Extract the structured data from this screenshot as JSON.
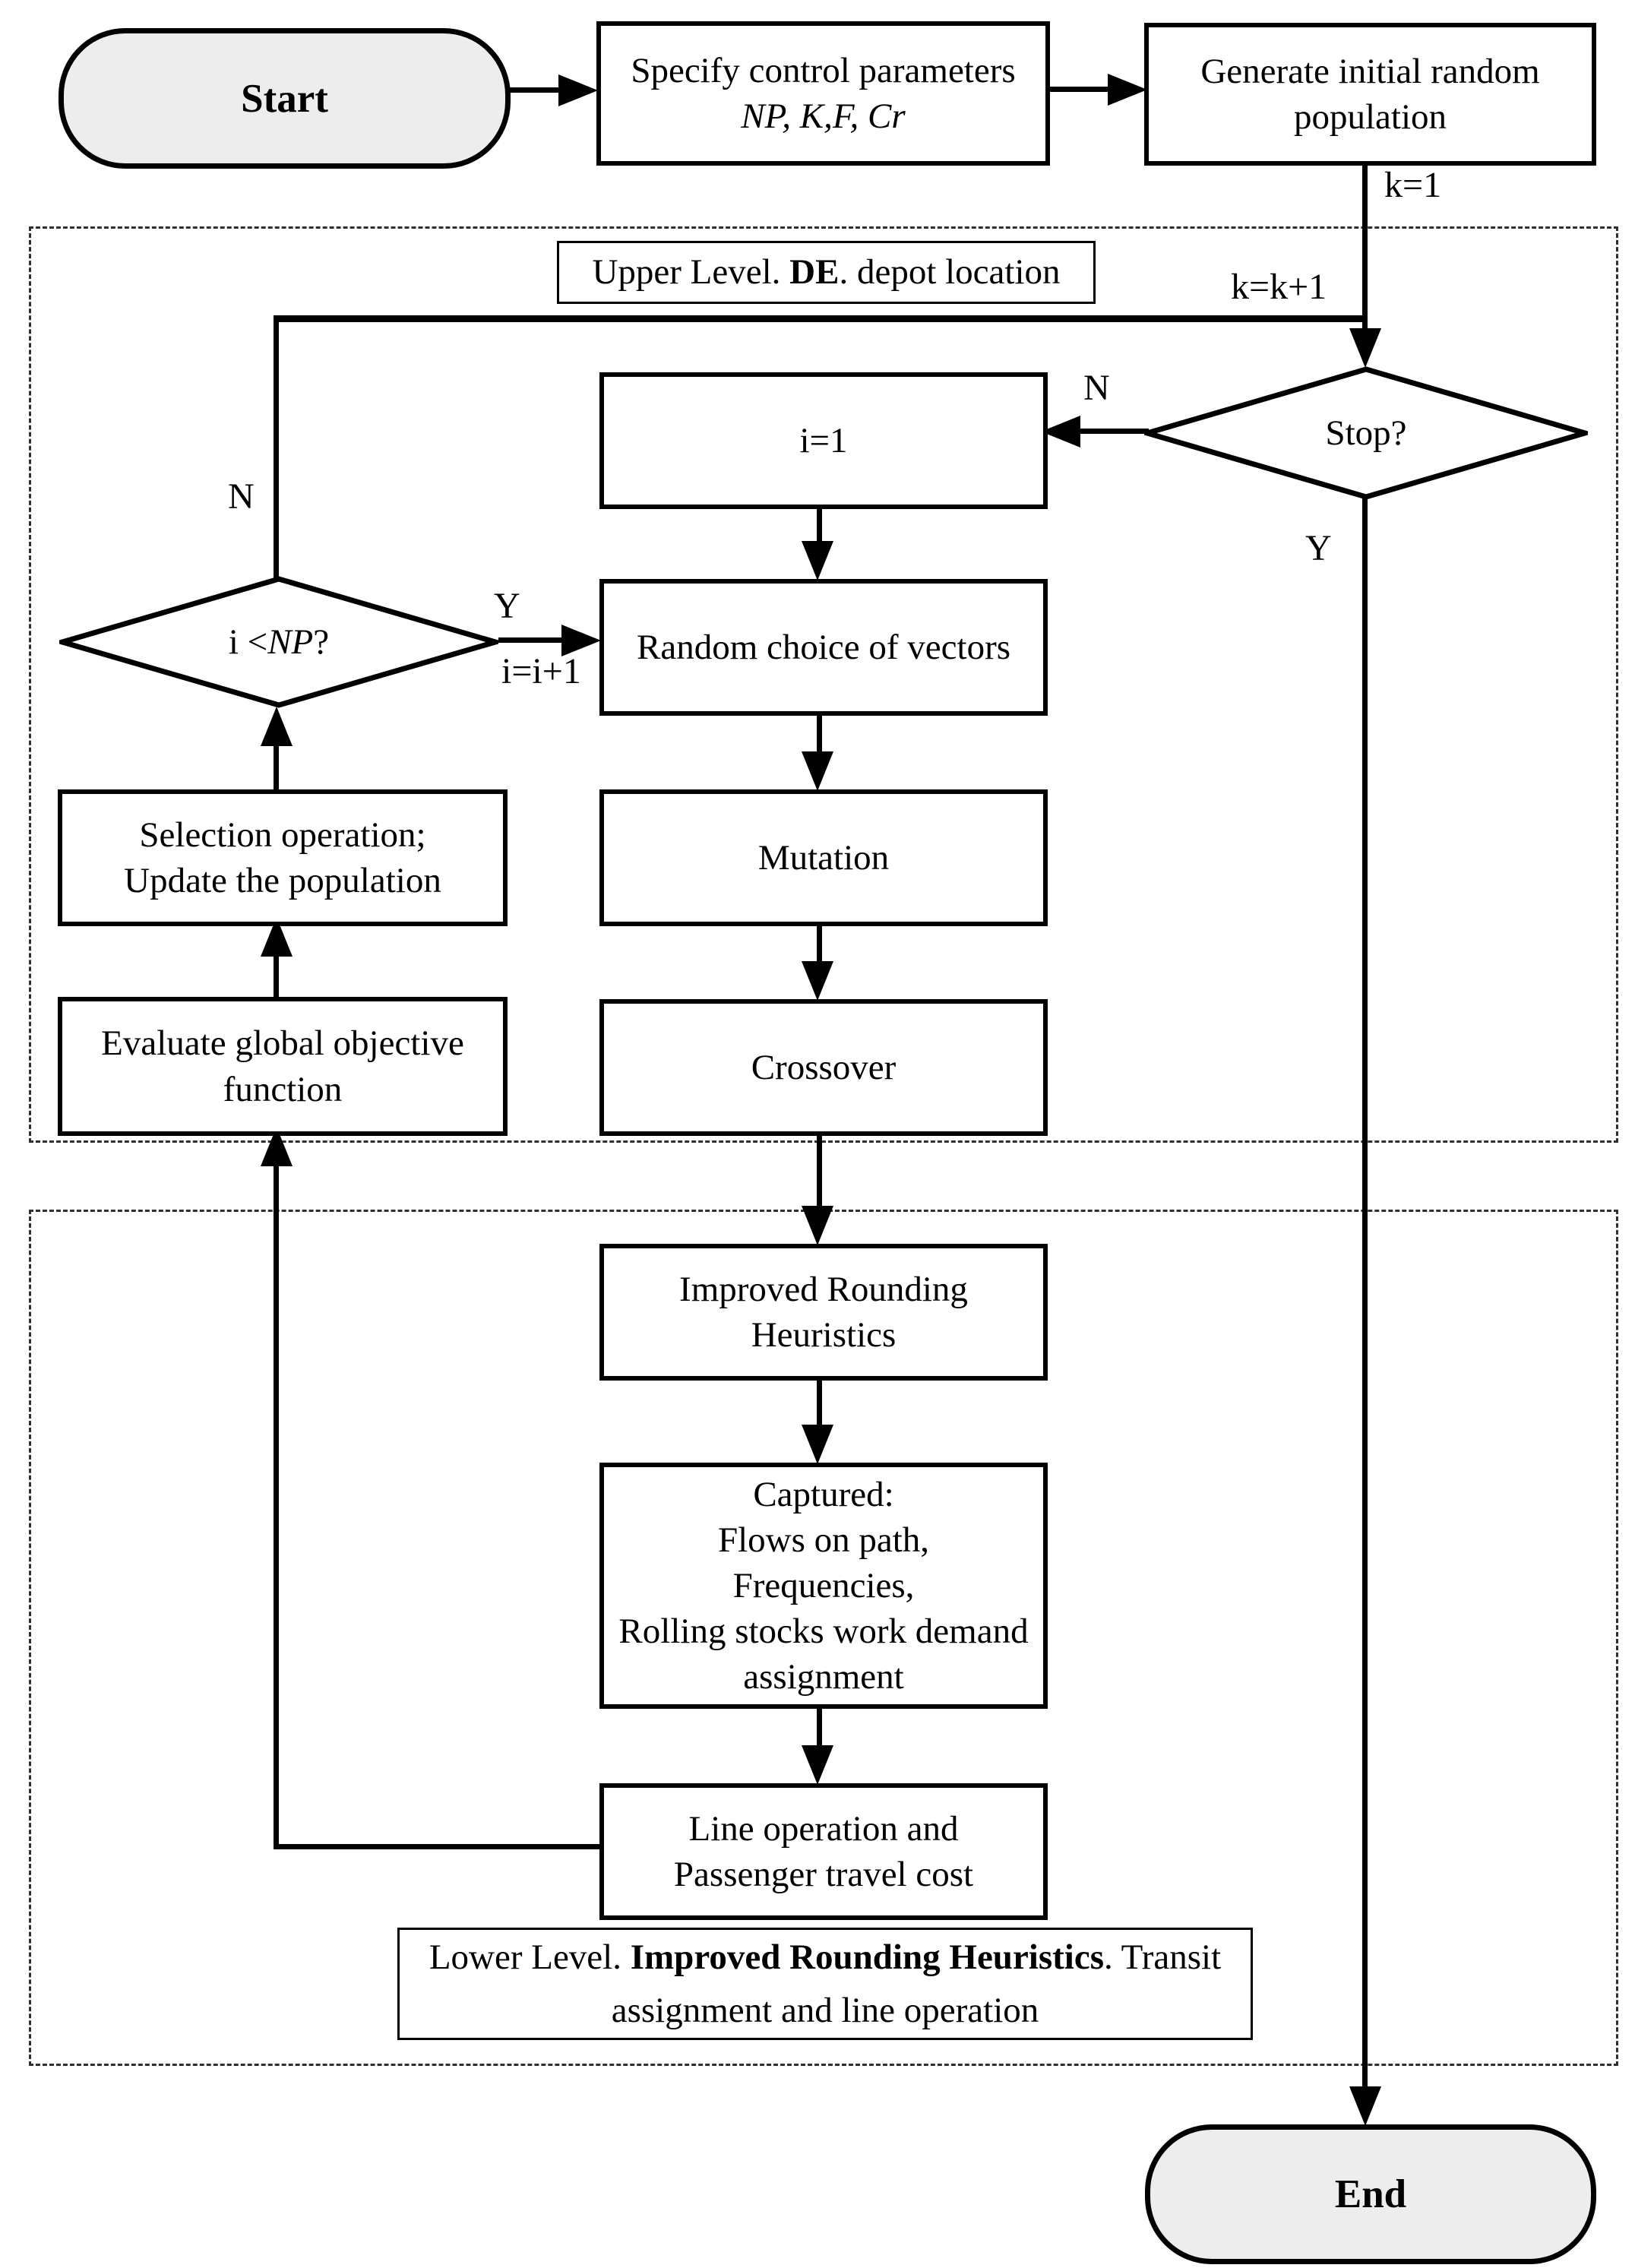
{
  "diagram": {
    "nodes": {
      "start": {
        "label": "Start"
      },
      "specify": {
        "line1": "Specify control parameters",
        "line2": "NP, K,F, Cr"
      },
      "generate": {
        "label": "Generate initial random\npopulation"
      },
      "stop": {
        "label": "Stop?"
      },
      "i1": {
        "label": "i=1"
      },
      "inp": {
        "pre": "i < ",
        "var": "NP",
        "post": " ?"
      },
      "random": {
        "label": "Random choice of vectors"
      },
      "mutation": {
        "label": "Mutation"
      },
      "crossover": {
        "label": "Crossover"
      },
      "selection": {
        "label": "Selection operation;\nUpdate the population"
      },
      "evaluate": {
        "label": "Evaluate global objective\nfunction"
      },
      "improved": {
        "label": "Improved Rounding\nHeuristics"
      },
      "captured": {
        "label": "Captured:\nFlows on path,\nFrequencies,\nRolling stocks work demand\nassignment"
      },
      "lineop": {
        "label": "Line operation and\nPassenger travel cost"
      },
      "end": {
        "label": "End"
      }
    },
    "sections": {
      "upper": {
        "pre": "Upper Level. ",
        "bold": "DE",
        "post": ". depot location"
      },
      "lower": {
        "pre": "Lower Level. ",
        "bold": "Improved Rounding Heuristics",
        "post": ". Transit assignment and line operation"
      }
    },
    "edge_labels": {
      "k1": "k=1",
      "kk1": "k=k+1",
      "ii1": "i=i+1",
      "n_stop": "N",
      "y_stop": "Y",
      "n_inp": "N",
      "y_inp": "Y"
    },
    "colors": {
      "terminal_fill": "#ededed",
      "line": "#000000",
      "background": "#ffffff"
    }
  }
}
